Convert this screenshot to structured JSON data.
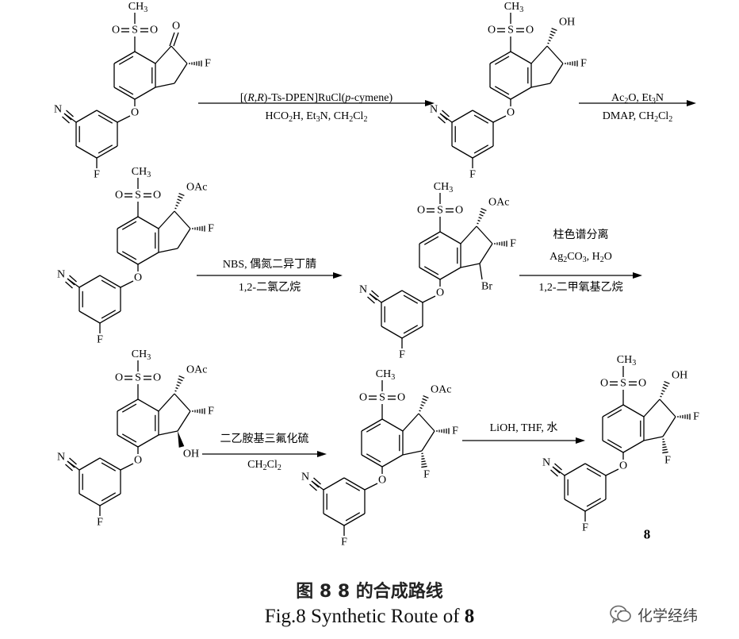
{
  "figure": {
    "title_cn": "图 8   8 的合成路线",
    "title_en_prefix": "Fig.8   Synthetic Route of ",
    "title_en_bold": "8"
  },
  "watermark": {
    "text": "化学经纬",
    "icon": "wechat-icon"
  },
  "atoms": {
    "methyl": "CH",
    "methyl_sub": "3",
    "sulfur": "S",
    "oxygen": "O",
    "fluorine": "F",
    "nitrogen": "N",
    "bromine": "Br",
    "hydroxyl": "OH",
    "acetate": "OAc",
    "compound_number": "8"
  },
  "steps": [
    {
      "above": [
        {
          "t": "[("
        },
        {
          "t": "R,R",
          "i": true
        },
        {
          "t": ")-Ts-DPEN]RuCl("
        },
        {
          "t": "p",
          "i": true
        },
        {
          "t": "-cymene)"
        }
      ],
      "below": [
        {
          "t": "HCO"
        },
        {
          "t": "2",
          "sub": true
        },
        {
          "t": "H, Et"
        },
        {
          "t": "3",
          "sub": true
        },
        {
          "t": "N, CH"
        },
        {
          "t": "2",
          "sub": true
        },
        {
          "t": "Cl"
        },
        {
          "t": "2",
          "sub": true
        }
      ]
    },
    {
      "above": [
        {
          "t": "Ac"
        },
        {
          "t": "2",
          "sub": true
        },
        {
          "t": "O, Et"
        },
        {
          "t": "3",
          "sub": true
        },
        {
          "t": "N"
        }
      ],
      "below": [
        {
          "t": "DMAP, CH"
        },
        {
          "t": "2",
          "sub": true
        },
        {
          "t": "Cl"
        },
        {
          "t": "2",
          "sub": true
        }
      ]
    },
    {
      "above": [
        {
          "t": "NBS, 偶氮二异丁腈"
        }
      ],
      "below": [
        {
          "t": "1,2-二氯乙烷"
        }
      ]
    },
    {
      "above": [
        {
          "t": "柱色谱分离"
        }
      ],
      "above2": [
        {
          "t": "Ag"
        },
        {
          "t": "2",
          "sub": true
        },
        {
          "t": "CO"
        },
        {
          "t": "3",
          "sub": true
        },
        {
          "t": ", H"
        },
        {
          "t": "2",
          "sub": true
        },
        {
          "t": "O"
        }
      ],
      "below": [
        {
          "t": "1,2-二甲氧基乙烷"
        }
      ]
    },
    {
      "above": [
        {
          "t": "二乙胺基三氟化硫"
        }
      ],
      "below": [
        {
          "t": "CH"
        },
        {
          "t": "2",
          "sub": true
        },
        {
          "t": "Cl"
        },
        {
          "t": "2",
          "sub": true
        }
      ]
    },
    {
      "above": [
        {
          "t": "LiOH, THF, 水"
        }
      ],
      "below": []
    }
  ]
}
